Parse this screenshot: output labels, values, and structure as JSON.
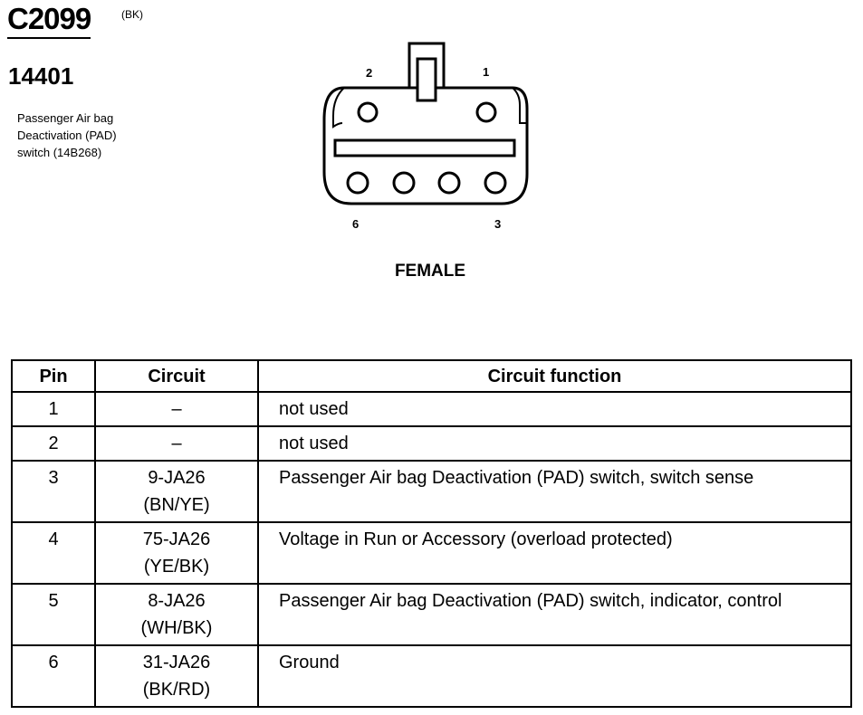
{
  "connector": {
    "id": "C2099",
    "color_code": "(BK)",
    "part_number": "14401",
    "description_lines": [
      "Passenger Air bag",
      "Deactivation (PAD)",
      "switch (14B268)"
    ],
    "gender": "FEMALE",
    "face_pin_labels": {
      "top_left": "2",
      "top_right": "1",
      "bottom_left": "6",
      "bottom_right": "3"
    }
  },
  "table": {
    "headers": [
      "Pin",
      "Circuit",
      "Circuit function"
    ],
    "rows": [
      {
        "pin": "1",
        "circuit": [
          "–"
        ],
        "function": "not used"
      },
      {
        "pin": "2",
        "circuit": [
          "–"
        ],
        "function": "not used"
      },
      {
        "pin": "3",
        "circuit": [
          "9-JA26",
          "(BN/YE)"
        ],
        "function": "Passenger Air bag Deactivation (PAD) switch, switch sense"
      },
      {
        "pin": "4",
        "circuit": [
          "75-JA26",
          "(YE/BK)"
        ],
        "function": "Voltage in Run or Accessory (overload protected)"
      },
      {
        "pin": "5",
        "circuit": [
          "8-JA26",
          "(WH/BK)"
        ],
        "function": "Passenger Air bag Deactivation (PAD) switch, indicator, control"
      },
      {
        "pin": "6",
        "circuit": [
          "31-JA26",
          "(BK/RD)"
        ],
        "function": "Ground"
      }
    ]
  }
}
